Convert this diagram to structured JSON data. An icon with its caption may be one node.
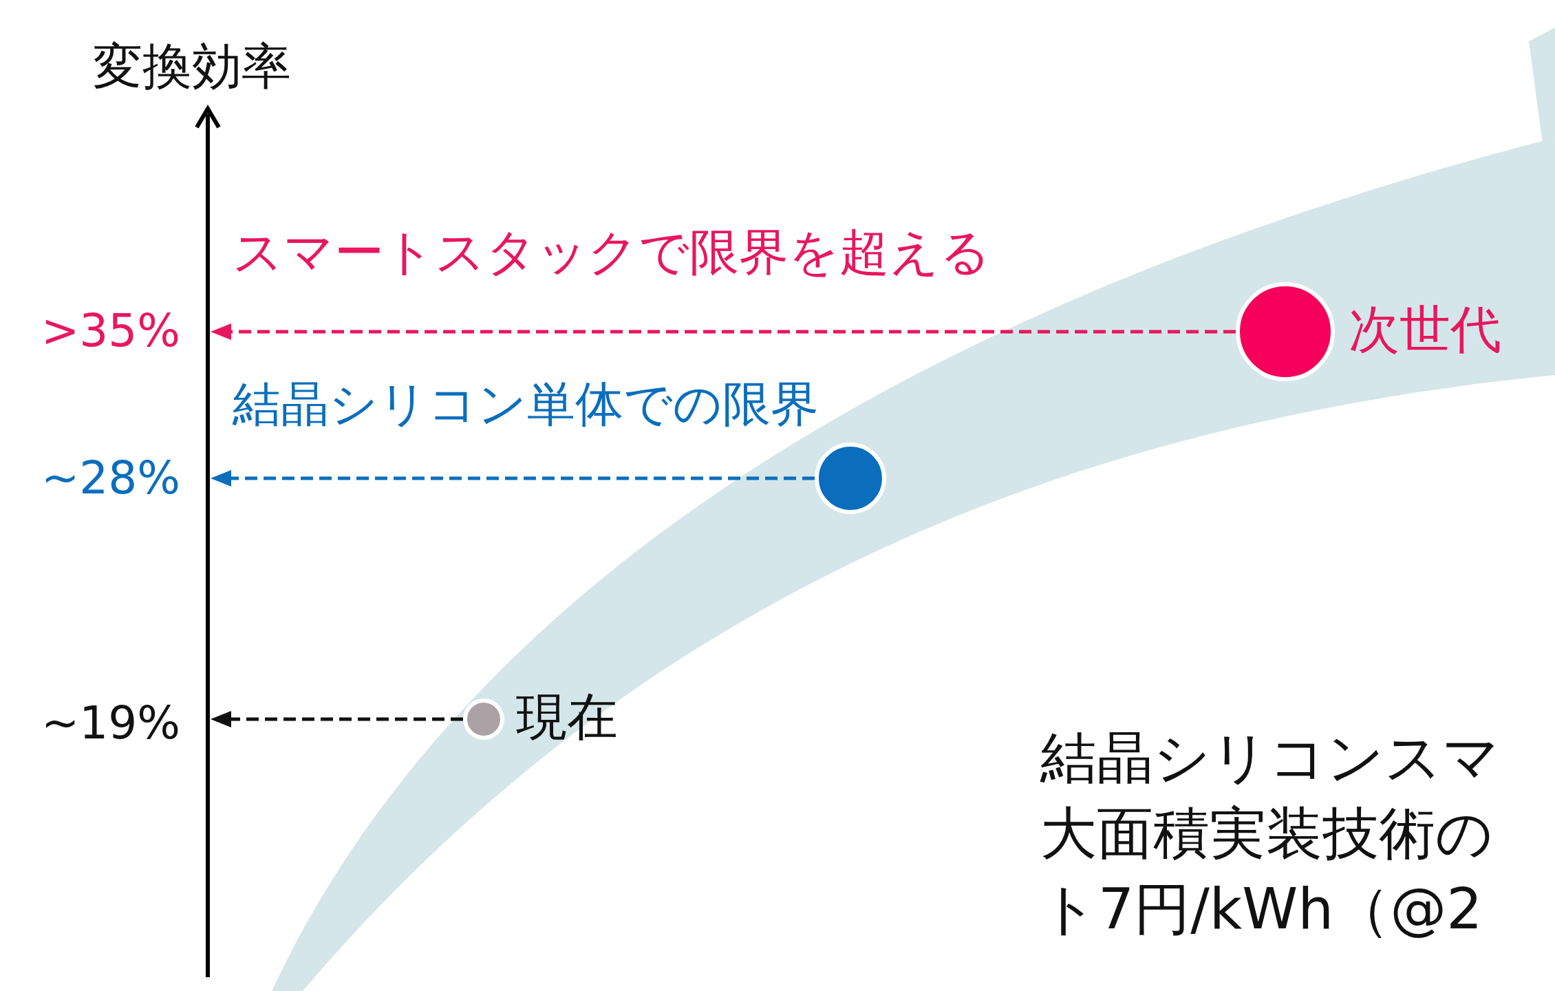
{
  "diagram": {
    "nodes": [
      {
        "text": [],
        "shape": "circle",
        "beside": [
          "次世代"
        ]
      },
      {
        "text": [],
        "shape": "circle"
      },
      {
        "text": [],
        "shape": "circle",
        "beside": [
          "現在"
        ]
      }
    ],
    "edges": [
      {
        "from": 0,
        "to": null,
        "arrow": "to",
        "style": "dashed",
        "color": "#e8175d"
      },
      {
        "from": 1,
        "to": null,
        "arrow": "to",
        "style": "dashed",
        "color": "#0a6ebd"
      },
      {
        "from": 2,
        "to": null,
        "arrow": "to",
        "style": "dashed",
        "color": "#111111"
      }
    ],
    "labels": [
      "変換効率",
      "スマートスタックで限界を超える",
      ">35%",
      "結晶シリコン単体での限界",
      "~28%",
      "~19%",
      "結晶シリコンスマ",
      "大面積実装技術の",
      "ト7円/kWh（@2"
    ]
  }
}
